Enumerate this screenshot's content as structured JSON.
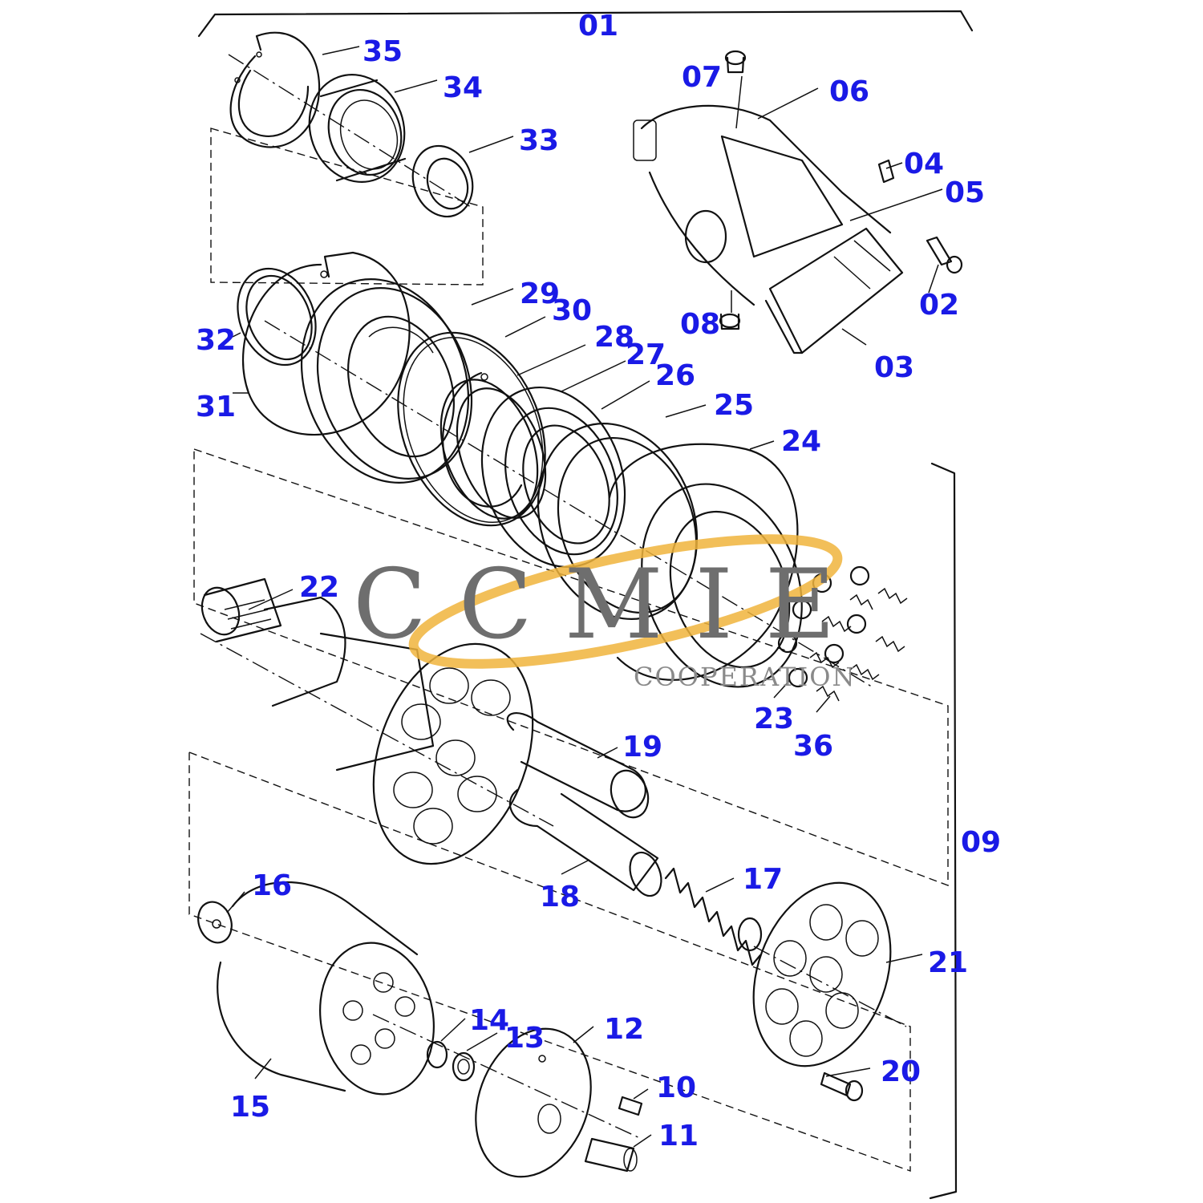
{
  "labels": {
    "l01": "01",
    "l02": "02",
    "l03": "03",
    "l04": "04",
    "l05": "05",
    "l06": "06",
    "l07": "07",
    "l08": "08",
    "l09": "09",
    "l10": "10",
    "l11": "11",
    "l12": "12",
    "l13": "13",
    "l14": "14",
    "l15": "15",
    "l16": "16",
    "l17": "17",
    "l18": "18",
    "l19": "19",
    "l20": "20",
    "l21": "21",
    "l22": "22",
    "l23": "23",
    "l24": "24",
    "l25": "25",
    "l26": "26",
    "l27": "27",
    "l28": "28",
    "l29": "29",
    "l30": "30",
    "l31": "31",
    "l32": "32",
    "l33": "33",
    "l34": "34",
    "l35": "35",
    "l36": "36"
  },
  "watermark": {
    "brand": "CCMIE",
    "tagline": "COOPERATION"
  },
  "colors": {
    "label": "#1a1ae6",
    "line": "#111111",
    "watermark_ring": "#f0b43c"
  }
}
